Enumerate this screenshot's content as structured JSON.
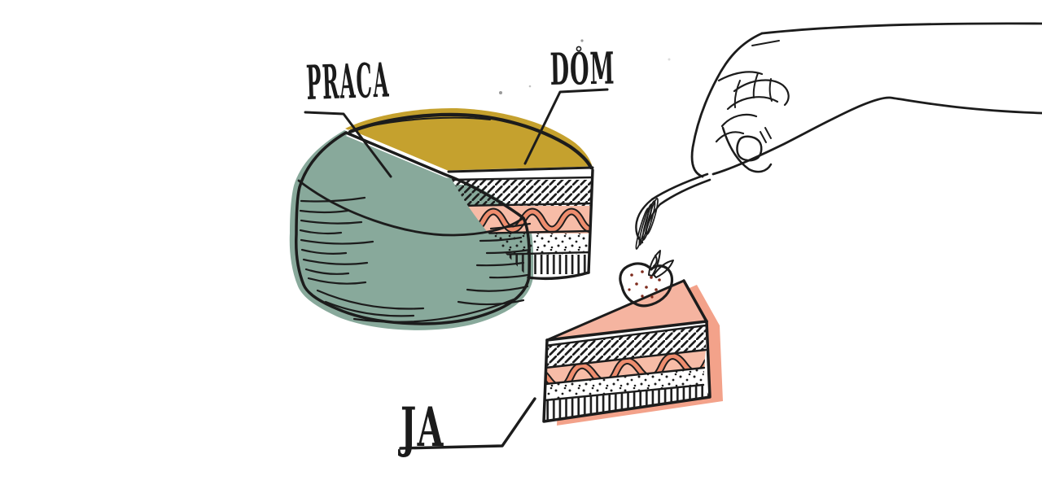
{
  "scene": {
    "description": "Hand-drawn illustration: a layered cake drawn as a pie chart of life balance; one slice is cut out and a hand with a fork reaches for it",
    "background": "#ffffff"
  },
  "labels": {
    "praca": "PRACA",
    "dom": "DOM",
    "ja": "JA"
  },
  "chart_data": {
    "type": "pie",
    "style": "hand-drawn cake metaphor, isometric view, labels connected with leader lines",
    "categories": [
      "PRACA",
      "DOM",
      "JA"
    ],
    "values": [
      55,
      33,
      12
    ],
    "values_note": "percent shares estimated visually from slice angles; no numeric labels are shown in the image",
    "segment_colors": [
      "#88A99B",
      "#C5A12E",
      "#F5B4A0"
    ],
    "legend_position": "none",
    "annotations": [
      "JA segment is a removed cake slice topped with a strawberry",
      "cut face of cake shows sponge layers: diagonal-hatch, salmon cream wave, dotted sponge, striped base",
      "a hand holding a fork reaches in from the top right"
    ]
  },
  "colors": {
    "ink": "#1c1c1c",
    "teal": "#88A99B",
    "mustard": "#C5A12E",
    "slice_top": "#F5B4A0",
    "slice_shadow": "#F3A28A",
    "wave_band_bg": "#F7BCA7",
    "wave_stroke": "#EE8D6E",
    "strawberry": "#E05A43",
    "strawberry_dots": "#7E2A1C",
    "leaf": "#E9DEC0",
    "thumbnail": "#F4AE99",
    "speck": "#9a9a9a"
  }
}
